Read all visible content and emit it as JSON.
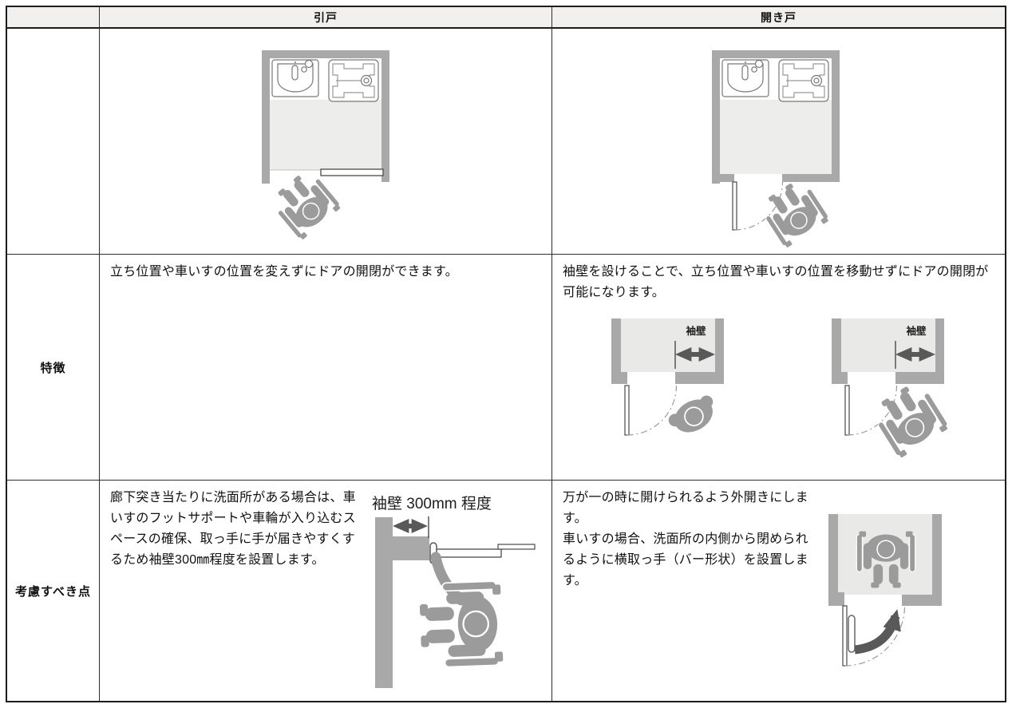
{
  "header": {
    "hikido": "引戸",
    "hirakido": "開き戸"
  },
  "rows": {
    "features_label": "特徴",
    "considerations_label": "考慮すべき点"
  },
  "features": {
    "hikido_text": "立ち位置や車いすの位置を変えずにドアの開閉ができます。",
    "hirakido_text": "袖壁を設けることで、立ち位置や車いすの位置を移動せずにドアの開閉が可能になります。",
    "sodekabe_label": "袖壁"
  },
  "considerations": {
    "hikido_text": "廊下突き当たりに洗面所がある場合は、車いすのフットサポートや車輪が入り込むスペースの確保、取っ手に手が届きやすくするため袖壁300㎜程度を設置します。",
    "dimension_label": "袖壁 300mm 程度",
    "hirakido_line1": "万が一の時に開けられるよう外開きにします。",
    "hirakido_line2": "車いすの場合、洗面所の内側から閉められるように横取っ手（バー形状）を設置します。"
  },
  "colors": {
    "wall": "#a9a9a9",
    "floor": "#ededec",
    "silhouette": "#9b9b9b",
    "arrow": "#595959",
    "header_bg": "#f1f0ee",
    "border": "#1c1c1c"
  }
}
